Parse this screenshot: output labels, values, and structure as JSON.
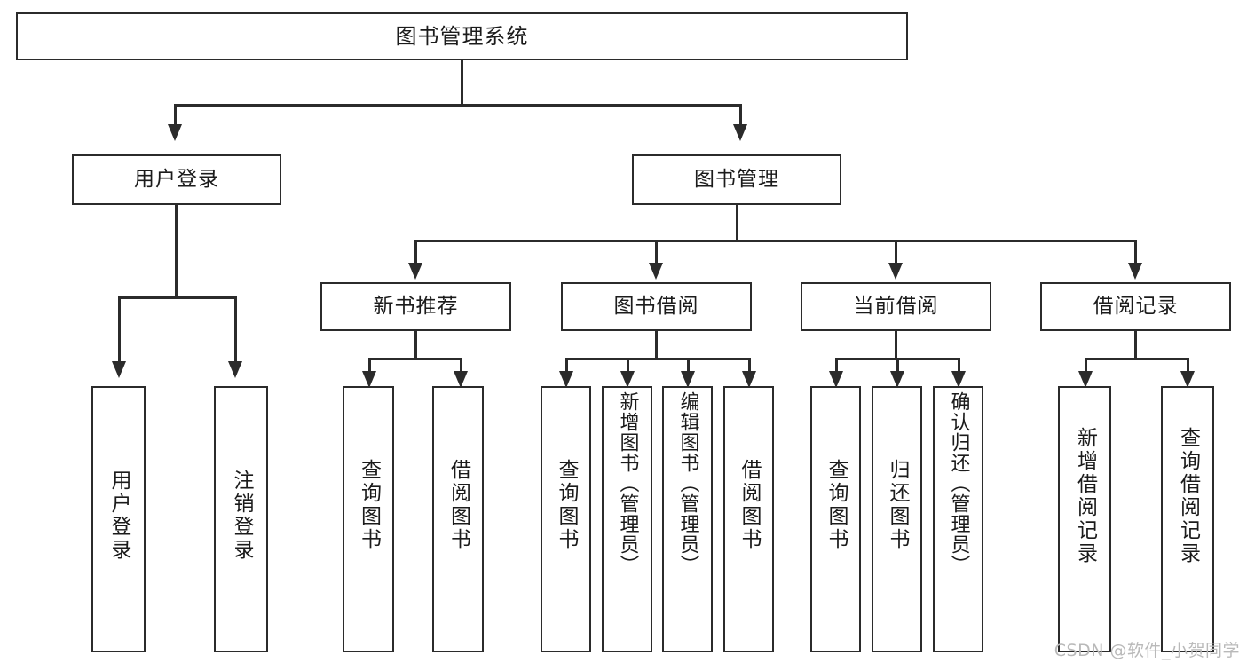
{
  "diagram": {
    "title": "图书管理系统",
    "watermark": "CSDN @软件_小贺同学",
    "colors": {
      "stroke": "#2b2b2b",
      "background": "#ffffff",
      "text": "#1b1b1b",
      "watermark": "#b9b9b9"
    },
    "root": {
      "label": "图书管理系统"
    },
    "level2": [
      {
        "label": "用户登录"
      },
      {
        "label": "图书管理"
      }
    ],
    "level3": [
      {
        "label": "新书推荐"
      },
      {
        "label": "图书借阅"
      },
      {
        "label": "当前借阅"
      },
      {
        "label": "借阅记录"
      }
    ],
    "leaves": {
      "user_login": [
        {
          "label": "用户登录"
        },
        {
          "label": "注销登录"
        }
      ],
      "new_book_recommend": [
        {
          "label": "查询图书"
        },
        {
          "label": "借阅图书"
        }
      ],
      "book_borrow": [
        {
          "label": "查询图书"
        },
        {
          "label": "新增图书（管理员）"
        },
        {
          "label": "编辑图书（管理员）"
        },
        {
          "label": "借阅图书"
        }
      ],
      "current_borrow": [
        {
          "label": "查询图书"
        },
        {
          "label": "归还图书"
        },
        {
          "label": "确认归还（管理员）"
        }
      ],
      "borrow_record": [
        {
          "label": "新增借阅记录"
        },
        {
          "label": "查询借阅记录"
        }
      ]
    }
  }
}
